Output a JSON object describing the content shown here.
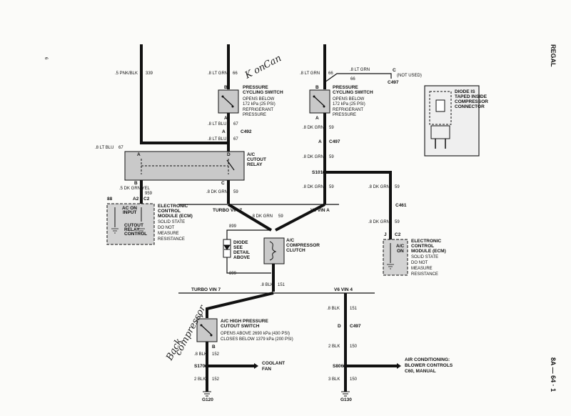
{
  "page": {
    "section": "REGAL",
    "page_number": "8A — 64 · 1",
    "margin_mark": "6"
  },
  "wires": {
    "pnk_blk": ".5 PNK/BLK",
    "pnk_blk_num": "339",
    "lt_grn_left": ".8 LT GRN",
    "lt_grn_left_num": "66",
    "lt_grn_right": ".8 LT GRN",
    "lt_grn_right_num": "66",
    "lt_grn_top": ".8 LT GRN",
    "lt_grn_top_num": "66",
    "lt_blu_upper": ".8 LT BLU",
    "lt_blu_upper_num": "67",
    "lt_blu_lower": ".8 LT BLU",
    "lt_blu_lower_num": "67",
    "lt_blu_left": ".8 LT BLU",
    "lt_blu_left_num": "67",
    "dk_grn_yel": ".5 DK GRN/YEL",
    "dk_grn_yel_num": "959",
    "dk_grn_relay": ".8 DK GRN",
    "dk_grn_relay_num": "59",
    "dk_grn_clutch": ".8 DK GRN",
    "dk_grn_clutch_num": "59",
    "dk_grn_r1": ".8 DK GRN",
    "dk_grn_r1_num": "59",
    "dk_grn_r2": ".8 DK GRN",
    "dk_grn_r2_num": "59",
    "dk_grn_r3": ".8 DK GRN",
    "dk_grn_r3_num": "59",
    "dk_grn_far1": ".8 DK GRN",
    "dk_grn_far1_num": "59",
    "dk_grn_far2": ".8 DK GRN",
    "dk_grn_far2_num": "59",
    "diode_upper_num": "899",
    "diode_lower_num": "899",
    "blk_clutch": ".8 BLK",
    "blk_clutch_num": "151",
    "blk_right": ".8 BLK",
    "blk_right_num": "151",
    "blk_left_1": ".8 BLK",
    "blk_left_1_num": "152",
    "blk_left_2": "2 BLK",
    "blk_left_2_num": "152",
    "blk_right_2": "2 BLK",
    "blk_right_2_num": "150",
    "blk_right_3": "3 BLK",
    "blk_right_3_num": "150"
  },
  "connectors": {
    "c492": "C492",
    "c497_top": "C497",
    "c497_mid": "C497",
    "c497_low": "C497",
    "c461": "C461",
    "c2_left": "C2",
    "c2_right": "C2",
    "s101": "S101",
    "s170": "S170",
    "s806": "S806",
    "g120": "G120",
    "g130": "G130",
    "pin_a": "A",
    "pin_b": "B",
    "pin_c": "C",
    "pin_d": "D",
    "pin_j": "J",
    "pin_a2": "A2",
    "pin_88": "88",
    "not_used": "(NOT USED)"
  },
  "components": {
    "psw_left_title": "PRESSURE",
    "psw_left_l2": "CYCLING SWITCH",
    "psw_left_l3": "OPENS BELOW",
    "psw_left_l4": "172 kPa (25 PSI)",
    "psw_left_l5": "REFRIGERANT",
    "psw_left_l6": "PRESSURE",
    "psw_right_title": "PRESSURE",
    "psw_right_l2": "CYCLING SWITCH",
    "psw_right_l3": "OPENS BELOW",
    "psw_right_l4": "172 kPa (25 PSI)",
    "psw_right_l5": "REFRIGERANT",
    "psw_right_l6": "PRESSURE",
    "relay_l1": "A/C",
    "relay_l2": "CUTOUT",
    "relay_l3": "RELAY",
    "ecm_left_l1": "ELECTRONIC",
    "ecm_left_l2": "CONTROL",
    "ecm_left_l3": "MODULE (ECM)",
    "ecm_left_l4": "SOLID STATE",
    "ecm_left_l5": "DO NOT",
    "ecm_left_l6": "MEASURE",
    "ecm_left_l7": "RESISTANCE",
    "ecm_left_in1": "AC ON",
    "ecm_left_in2": "INPUT",
    "ecm_left_in3": "CUTOUT",
    "ecm_left_in4": "RELAY",
    "ecm_left_in5": "CONTROL",
    "ecm_right_l1": "ELECTRONIC",
    "ecm_right_l2": "CONTROL",
    "ecm_right_l3": "MODULE (ECM)",
    "ecm_right_l4": "SOLID STATE",
    "ecm_right_l5": "DO NOT",
    "ecm_right_l6": "MEASURE",
    "ecm_right_l7": "RESISTANCE",
    "ecm_right_in1": "A/C",
    "ecm_right_in2": "ON",
    "clutch_l1": "A/C",
    "clutch_l2": "COMPRESSOR",
    "clutch_l3": "CLUTCH",
    "diode_l1": "DIODE",
    "diode_l2": "SEE",
    "diode_l3": "DETAIL",
    "diode_l4": "ABOVE",
    "hps_l1": "A/C HIGH PRESSURE",
    "hps_l2": "CUTOUT SWITCH",
    "hps_l3": "OPENS ABOVE 2690 kPa (430 PSI)",
    "hps_l4": "CLOSES BELOW 1379 kPa (200 PSI)",
    "coolant_l1": "COOLANT",
    "coolant_l2": "FAN",
    "blower_l1": "AIR CONDITIONING:",
    "blower_l2": "BLOWER CONTROLS",
    "blower_l3": "C60, MANUAL",
    "detail_l1": "DIODE IS",
    "detail_l2": "TAPED INSIDE",
    "detail_l3": "COMPRESSOR",
    "detail_l4": "CONNECTOR"
  },
  "variants": {
    "turbo_1": "TURBO VIN 7",
    "v6_1": "V6 VIN A",
    "turbo_2": "TURBO VIN 7",
    "v6_2": "V6 VIN 4"
  },
  "handwriting": {
    "note_top_1": "K on",
    "note_top_2": "Can",
    "note_side_1": "Back",
    "note_side_2": "compressor"
  }
}
